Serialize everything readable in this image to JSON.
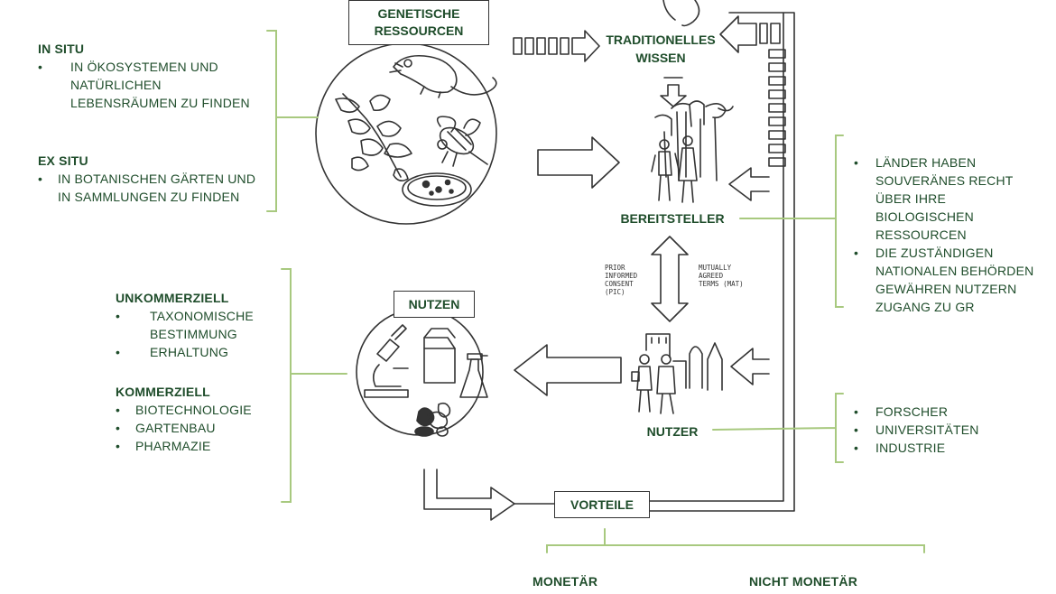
{
  "boxes": {
    "genetic_resources": "GENETISCHE RESSOURCEN",
    "utilization": "NUTZEN",
    "benefits": "VORTEILE"
  },
  "nodes": {
    "traditional_knowledge": "TRADITIONELLES WISSEN",
    "provider": "BEREITSTELLER",
    "user": "NUTZER"
  },
  "in_situ": {
    "heading": "IN SITU",
    "items": [
      "IN ÖKOSYSTEMEN UND NATÜRLICHEN LEBENSRÄUMEN ZU FINDEN"
    ]
  },
  "ex_situ": {
    "heading": "EX SITU",
    "items": [
      "IN BOTANISCHEN GÄRTEN UND IN SAMMLUNGEN ZU FINDEN"
    ]
  },
  "non_commercial": {
    "heading": "UNKOMMERZIELL",
    "items": [
      "TAXONOMISCHE BESTIMMUNG",
      "ERHALTUNG"
    ]
  },
  "commercial": {
    "heading": "KOMMERZIELL",
    "items": [
      "BIOTECHNOLOGIE",
      "GARTENBAU",
      "PHARMAZIE"
    ]
  },
  "provider_notes": {
    "items": [
      "LÄNDER HABEN SOUVERÄNES RECHT ÜBER IHRE BIOLOGISCHEN RESSOURCEN",
      "DIE ZUSTÄNDIGEN NATIONALEN BEHÖRDEN GEWÄHREN NUTZERN ZUGANG ZU GR"
    ]
  },
  "user_notes": {
    "items": [
      "FORSCHER",
      "UNIVERSITÄTEN",
      "INDUSTRIE"
    ]
  },
  "handwritten": {
    "pic": "PRIOR INFORMED CONSENT (PIC)",
    "mat": "MUTUALLY AGREED TERMS (MAT)"
  },
  "benefit_types": {
    "monetary": "MONETÄR",
    "non_monetary": "NICHT MONETÄR"
  },
  "colors": {
    "text": "#1f4d2b",
    "bracket": "#a8c97f",
    "ink": "#333333"
  },
  "icons": [
    "mouse-icon",
    "leaf-icon",
    "bee-icon",
    "petri-dish-icon",
    "microscope-icon",
    "milk-carton-icon",
    "spray-bottle-icon",
    "pills-icon",
    "people-trees-icon",
    "researchers-city-icon",
    "double-arrow-icon"
  ]
}
